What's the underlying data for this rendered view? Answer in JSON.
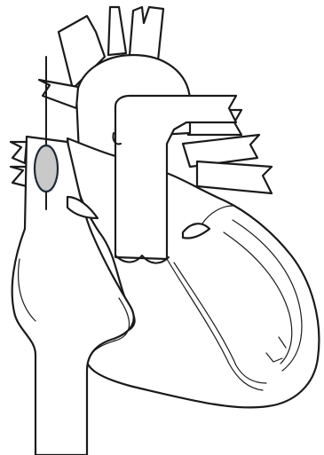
{
  "diagram": {
    "subject": "heart-anatomy-line-drawing",
    "colors": {
      "background": "#ffffff",
      "outline": "#1a1a1a",
      "catheter_balloon_fill": "#c9c9c9",
      "catheter_balloon_stroke": "#1e2a3a"
    },
    "parts": [
      "heart-outline",
      "aorta",
      "aortic-arch-branches",
      "pulmonary-artery",
      "pulmonary-veins",
      "superior-vena-cava",
      "inferior-vena-cava",
      "right-atrium",
      "right-ventricle",
      "left-ventricle",
      "interventricular-septum",
      "catheter-wire",
      "catheter-balloon"
    ]
  }
}
